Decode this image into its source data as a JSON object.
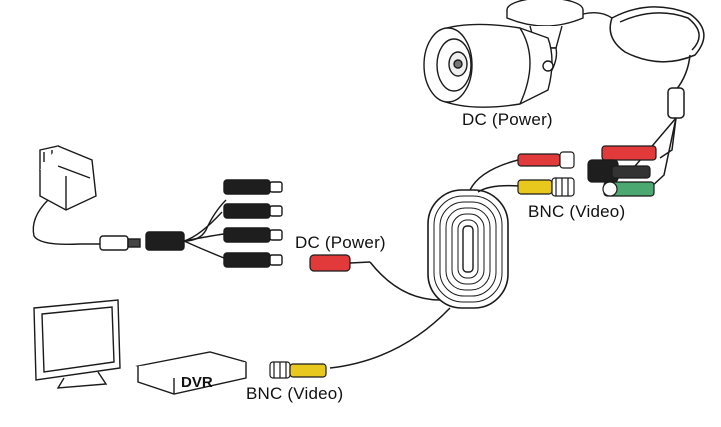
{
  "labels": {
    "camera_power": "DC (Power)",
    "camera_video": "BNC (Video)",
    "splitter_power": "DC (Power)",
    "dvr_video": "BNC (Video)",
    "dvr": "DVR"
  },
  "colors": {
    "line": "#1a1a1a",
    "power_connector": "#e23a3a",
    "video_connector": "#e8c81c",
    "green_connector": "#4aa870",
    "black_connector": "#1e1e1e"
  }
}
